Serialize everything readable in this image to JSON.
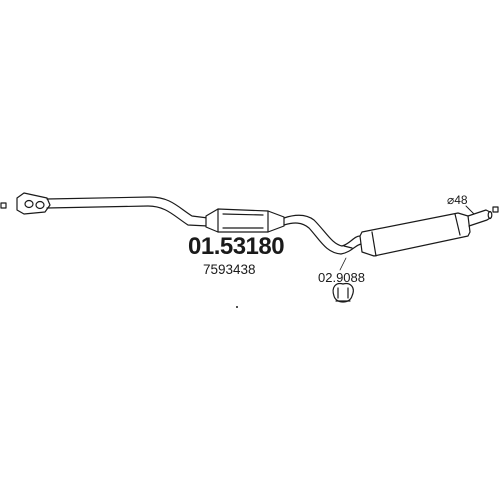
{
  "diagram": {
    "part_number": "01.53180",
    "oe_number": "7593438",
    "clamp_part_number": "02.9088",
    "outlet_diameter": "⌀48",
    "icons": {
      "inlet_flange": "flange-icon",
      "catalyst": "catalytic-converter-icon",
      "muffler": "rear-silencer-icon",
      "clamp": "exhaust-clamp-icon",
      "end_marker": "end-square-icon"
    },
    "colors": {
      "line": "#1a1a1a",
      "fill": "#ffffff"
    }
  }
}
